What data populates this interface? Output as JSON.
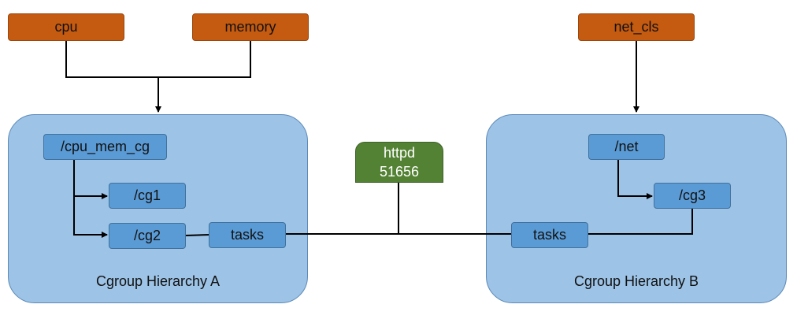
{
  "subsystems": {
    "cpu": "cpu",
    "memory": "memory",
    "net_cls": "net_cls"
  },
  "hierarchy_a": {
    "caption": "Cgroup Hierarchy A",
    "root": "/cpu_mem_cg",
    "cg1": "/cg1",
    "cg2": "/cg2",
    "tasks": "tasks"
  },
  "hierarchy_b": {
    "caption": "Cgroup Hierarchy B",
    "root": "/net",
    "cg3": "/cg3",
    "tasks": "tasks"
  },
  "process": {
    "name": "httpd",
    "pid": "51656"
  },
  "colors": {
    "subsystem": "#c55a11",
    "hierarchy": "#9dc3e6",
    "node": "#5b9bd5",
    "process": "#548235",
    "line": "#000000"
  }
}
